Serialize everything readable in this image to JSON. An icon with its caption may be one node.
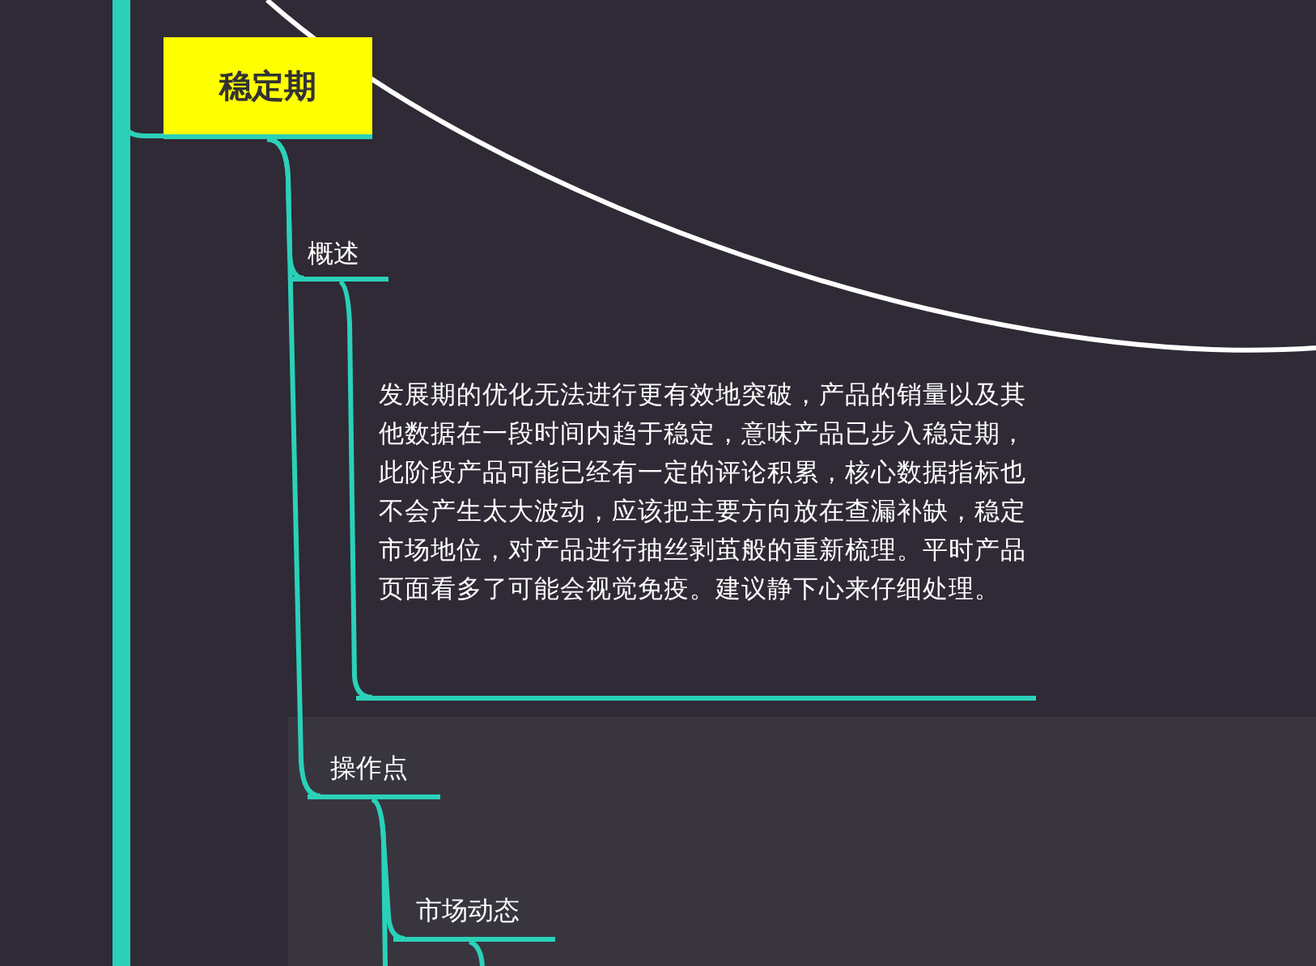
{
  "diagram": {
    "nodes": [
      {
        "text": [
          "稳定期"
        ]
      },
      {
        "text": [
          "概述"
        ]
      },
      {
        "text": [
          "发展期的优化无法进行更有效地突破，产品的销量以及其他数据在一段时间内趋于稳定，意味产品已步入稳定期，此阶段产品可能已经有一定的评论积累，核心数据指标也不会产生太大波动，应该把主要方向放在查漏补缺，稳定市场地位，对产品进行抽丝剥茧般的重新梳理。平时产品页面看多了可能会视觉免疫。建议静下心来仔细处理。"
        ]
      },
      {
        "text": [
          "操作点"
        ]
      },
      {
        "text": [
          "市场动态"
        ]
      }
    ],
    "edges": [
      {
        "from": null,
        "to": 0,
        "arrow": "none"
      },
      {
        "from": 0,
        "to": 1,
        "arrow": "none"
      },
      {
        "from": 1,
        "to": 2,
        "arrow": "none"
      },
      {
        "from": 0,
        "to": 3,
        "arrow": "none"
      },
      {
        "from": 3,
        "to": 4,
        "arrow": "none"
      },
      {
        "from": 3,
        "to": null,
        "arrow": "none"
      },
      {
        "from": 4,
        "to": null,
        "arrow": "none"
      }
    ]
  }
}
